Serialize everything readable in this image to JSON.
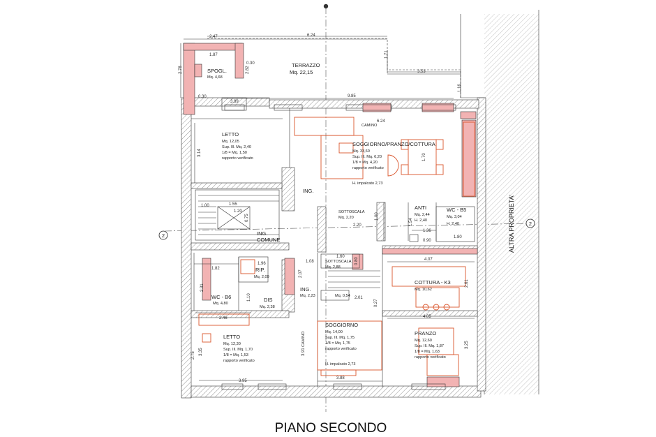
{
  "title": "PIANO SECONDO",
  "axis_marker": "2",
  "neighbor_label": "ALTRA PROPRIETA'",
  "rooms": {
    "terrazzo": {
      "name": "TERRAZZO",
      "area": "Mq. 22,15"
    },
    "spogl": {
      "name": "SPOGL.",
      "area": "Mq. 4,68"
    },
    "letto_top": {
      "name": "LETTO",
      "l1": "Mq. 12,05",
      "l2": "Sup. Ill. Mq. 2,40",
      "l3": "1/8 = Mq. 1,50",
      "l4": "rapporto verificato"
    },
    "soggiorno_top": {
      "name": "SOGGIORNO/PRANZO/COTTURA",
      "l1": "Mq. 33,60",
      "l2": "Sup. Ill. Mq. 6,20",
      "l3": "1/8 = Mq. 4,20",
      "l4": "rapporto verificato",
      "l5": "H. impalcato 2,73"
    },
    "camino_top": "CAMINO",
    "ing_top": "ING.",
    "ing_comune": {
      "l1": "ING.",
      "l2": "COMUNE"
    },
    "sottoscala_top": {
      "name": "SOTTOSCALA",
      "area": "Mq. 2,20"
    },
    "anti": {
      "name": "ANTI",
      "l1": "Mq. 2,44",
      "l2": "H. 2,40"
    },
    "wc_b5": {
      "name": "WC - B5",
      "l1": "Mq. 3,04",
      "l2": "H. 2,40"
    },
    "rip": {
      "name": "RIP.",
      "area": "Mq. 2,09"
    },
    "sottoscala_bottom": {
      "name": "SOTTOSCALA",
      "area": "Mq. 2,88"
    },
    "wc_b6": {
      "name": "WC - B6",
      "area": "Mq. 4,80"
    },
    "dis": {
      "name": "DIS",
      "area": "Mq. 2,38"
    },
    "ing_bottom": {
      "name": "ING.",
      "area": "Mq. 2,23"
    },
    "small_area": "Mq. 0,54",
    "cottura": {
      "name": "COTTURA - K3",
      "area": "Mq. 10,62"
    },
    "soggiorno_bottom": {
      "name": "SOGGIORNO",
      "l1": "Mq. 14,00",
      "l2": "Sup. Ill. Mq. 1,75",
      "l3": "1/8 = Mq. 1,75",
      "l4": "rapporto verificato",
      "l5": "H. impalcato 2,73"
    },
    "camino_bottom": "CAMINO",
    "letto_bottom": {
      "name": "LETTO",
      "l1": "Mq. 12,30",
      "l2": "Sup. Ill. Mq. 1,70",
      "l3": "1/8 = Mq. 1,53",
      "l4": "rapporto verificato"
    },
    "pranzo": {
      "name": "PRANZO",
      "l1": "Mq. 12,60",
      "l2": "Sup. Ill. Mq. 1,87",
      "l3": "1/8 = Mq. 1,63",
      "l4": "rapporto verificato"
    }
  },
  "dims": {
    "d_247": "2.47",
    "d_624a": "6.24",
    "d_171": "1.71",
    "d_353": "3.53",
    "d_278": "2.78",
    "d_187": "1.87",
    "d_030a": "0.30",
    "d_282": "2.82",
    "d_030b": "0.30",
    "d_389": "3.89",
    "d_985": "9.85",
    "d_116": "1.16",
    "d_624b": "6.24",
    "d_314": "3.14",
    "d_100a": "1.00",
    "d_155": "1.55",
    "d_120": "1.20",
    "d_075": "0.75",
    "d_220": "2.20",
    "d_154": "1.54",
    "d_136": "1.36",
    "d_090": "0.90",
    "d_180": "1.80",
    "d_108": "1.08",
    "d_160": "1.60",
    "d_196": "1.96",
    "d_182": "1.82",
    "d_407": "4.07",
    "d_261": "2.61",
    "d_231": "2.31",
    "d_207": "2.07",
    "d_201": "2.01",
    "d_027": "0.27",
    "d_110": "1.10",
    "d_246": "2.46",
    "d_405": "4.05",
    "d_275": "2.75",
    "d_335": "3.35",
    "d_391": "3.91",
    "d_325": "3.25",
    "d_395": "3.95",
    "d_388": "3.88",
    "d_170": "1.70",
    "d_080": "0.80"
  }
}
